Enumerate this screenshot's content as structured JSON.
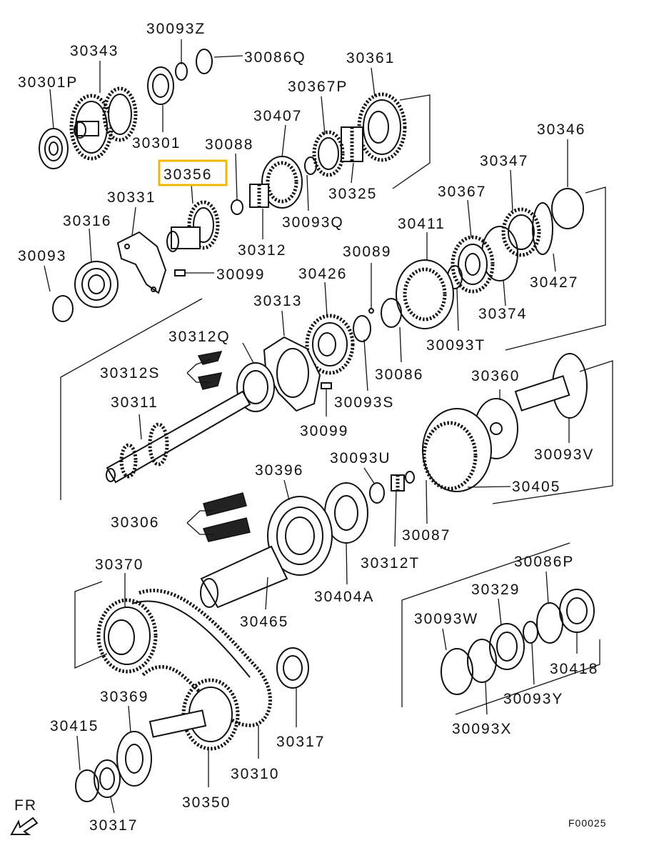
{
  "highlight": {
    "part": "30356",
    "color": "#f2b705"
  },
  "labels": {
    "p30093Z": "30093Z",
    "p30343": "30343",
    "p30086Q": "30086Q",
    "p30361": "30361",
    "p30301P": "30301P",
    "p30367P": "30367P",
    "p30407": "30407",
    "p30301": "30301",
    "p30088": "30088",
    "p30346": "30346",
    "p30356": "30356",
    "p30347": "30347",
    "p30331": "30331",
    "p30325": "30325",
    "p30367": "30367",
    "p30316": "30316",
    "p30093Q": "30093Q",
    "p30411": "30411",
    "p30312": "30312",
    "p30093": "30093",
    "p30099a": "30099",
    "p30089": "30089",
    "p30427": "30427",
    "p30426": "30426",
    "p30313": "30313",
    "p30374": "30374",
    "p30312Q": "30312Q",
    "p30093T": "30093T",
    "p30312S": "30312S",
    "p30086": "30086",
    "p30360": "30360",
    "p30311": "30311",
    "p30093S": "30093S",
    "p30093V": "30093V",
    "p30099b": "30099",
    "p30093U": "30093U",
    "p30396": "30396",
    "p30405": "30405",
    "p30306": "30306",
    "p30087": "30087",
    "p30312T": "30312T",
    "p30370": "30370",
    "p30086P": "30086P",
    "p30404A": "30404A",
    "p30465": "30465",
    "p30329": "30329",
    "p30093W": "30093W",
    "p30418": "30418",
    "p30093Y": "30093Y",
    "p30369": "30369",
    "p30317a": "30317",
    "p30415": "30415",
    "p30093X": "30093X",
    "p30310": "30310",
    "p30350": "30350",
    "p30317b": "30317"
  },
  "direction": {
    "text": "FR",
    "icon": "front-arrow-icon"
  },
  "figure_code": "F00025"
}
